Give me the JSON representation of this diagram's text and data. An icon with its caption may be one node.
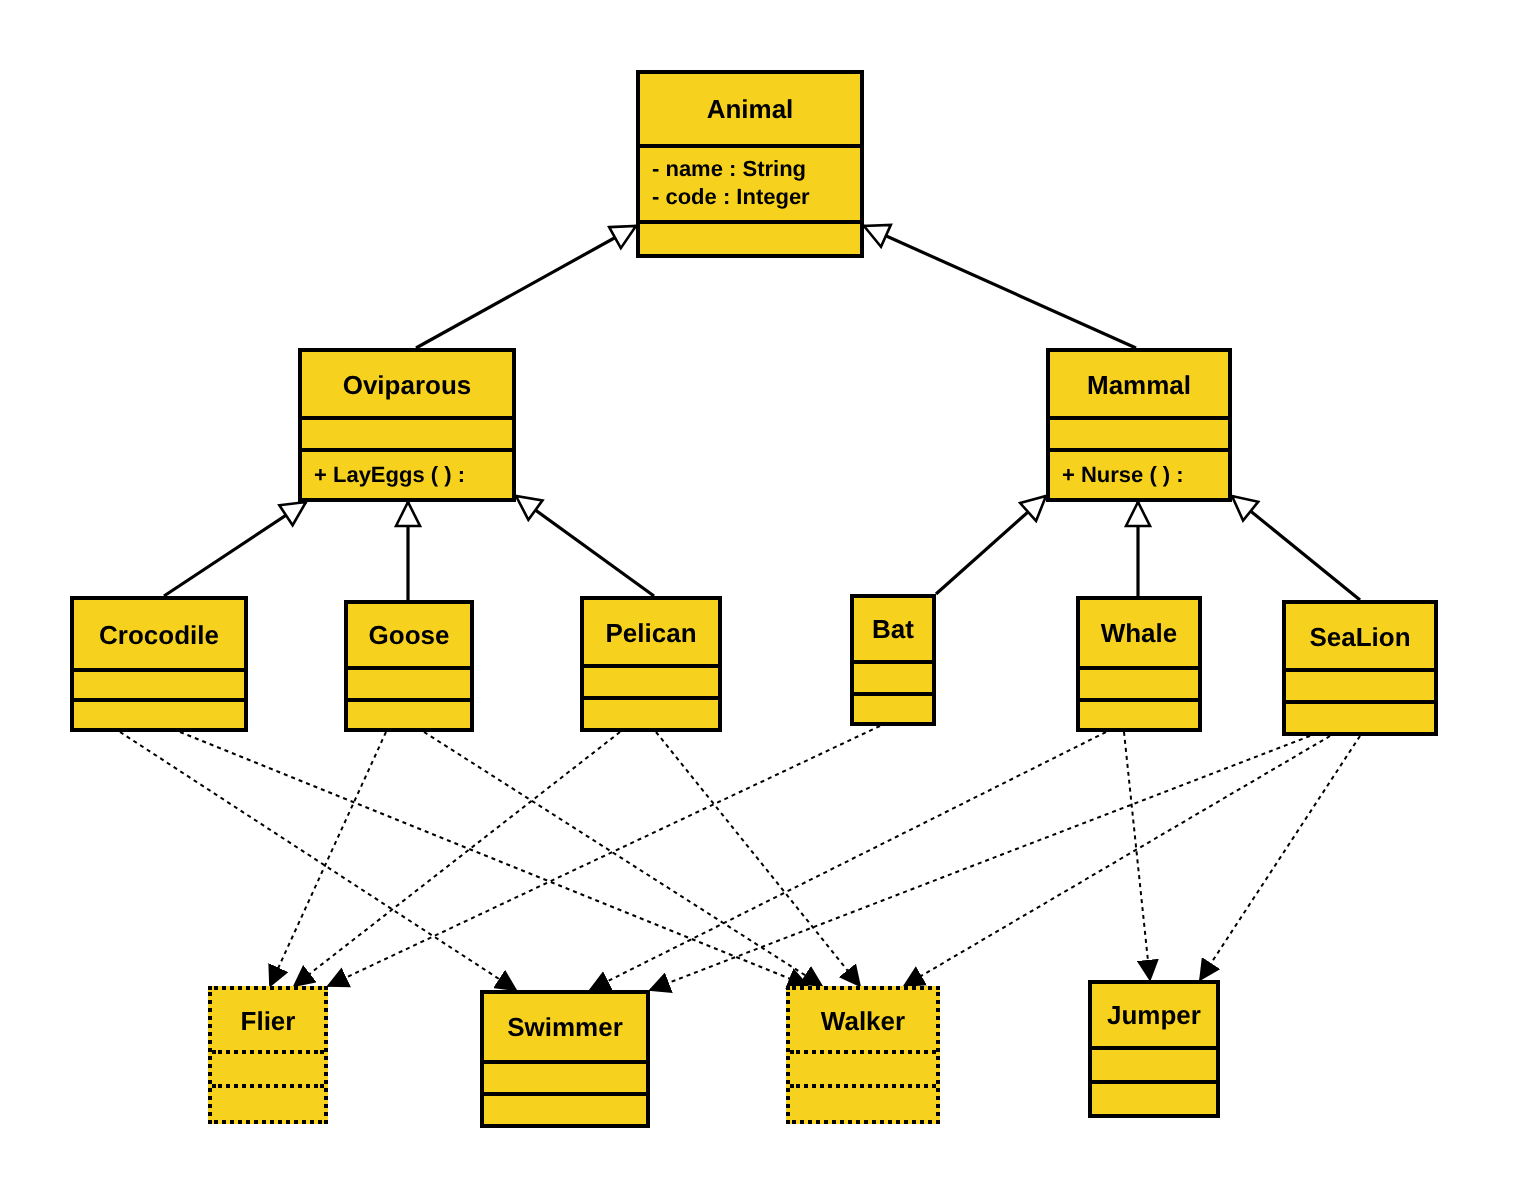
{
  "diagram": {
    "nodes": [
      {
        "text": [
          "Animal",
          "- name : String",
          "- code : Integer"
        ]
      },
      {
        "text": [
          "Oviparous",
          "+ LayEggs ( ) :"
        ]
      },
      {
        "text": [
          "Mammal",
          "+ Nurse ( ) :"
        ]
      },
      {
        "text": [
          "Crocodile"
        ]
      },
      {
        "text": [
          "Goose"
        ]
      },
      {
        "text": [
          "Pelican"
        ]
      },
      {
        "text": [
          "Bat"
        ]
      },
      {
        "text": [
          "Whale"
        ]
      },
      {
        "text": [
          "SeaLion"
        ]
      },
      {
        "text": [
          "Flier"
        ]
      },
      {
        "text": [
          "Swimmer"
        ]
      },
      {
        "text": [
          "Walker"
        ]
      },
      {
        "text": [
          "Jumper"
        ]
      }
    ],
    "edges": [
      {
        "from": 1,
        "to": 0,
        "arrow": "to"
      },
      {
        "from": 2,
        "to": 0,
        "arrow": "to"
      },
      {
        "from": 3,
        "to": 1,
        "arrow": "to"
      },
      {
        "from": 4,
        "to": 1,
        "arrow": "to"
      },
      {
        "from": 5,
        "to": 1,
        "arrow": "to"
      },
      {
        "from": 6,
        "to": 2,
        "arrow": "to"
      },
      {
        "from": 7,
        "to": 2,
        "arrow": "to"
      },
      {
        "from": 8,
        "to": 2,
        "arrow": "to"
      },
      {
        "from": 3,
        "to": 10,
        "arrow": "to",
        "style": "dashed"
      },
      {
        "from": 3,
        "to": 11,
        "arrow": "to",
        "style": "dashed"
      },
      {
        "from": 4,
        "to": 9,
        "arrow": "to",
        "style": "dashed"
      },
      {
        "from": 4,
        "to": 11,
        "arrow": "to",
        "style": "dashed"
      },
      {
        "from": 5,
        "to": 9,
        "arrow": "to",
        "style": "dashed"
      },
      {
        "from": 5,
        "to": 11,
        "arrow": "to",
        "style": "dashed"
      },
      {
        "from": 6,
        "to": 9,
        "arrow": "to",
        "style": "dashed"
      },
      {
        "from": 7,
        "to": 10,
        "arrow": "to",
        "style": "dashed"
      },
      {
        "from": 7,
        "to": 12,
        "arrow": "to",
        "style": "dashed"
      },
      {
        "from": 8,
        "to": 10,
        "arrow": "to",
        "style": "dashed"
      },
      {
        "from": 8,
        "to": 11,
        "arrow": "to",
        "style": "dashed"
      },
      {
        "from": 8,
        "to": 12,
        "arrow": "to",
        "style": "dashed"
      }
    ]
  }
}
